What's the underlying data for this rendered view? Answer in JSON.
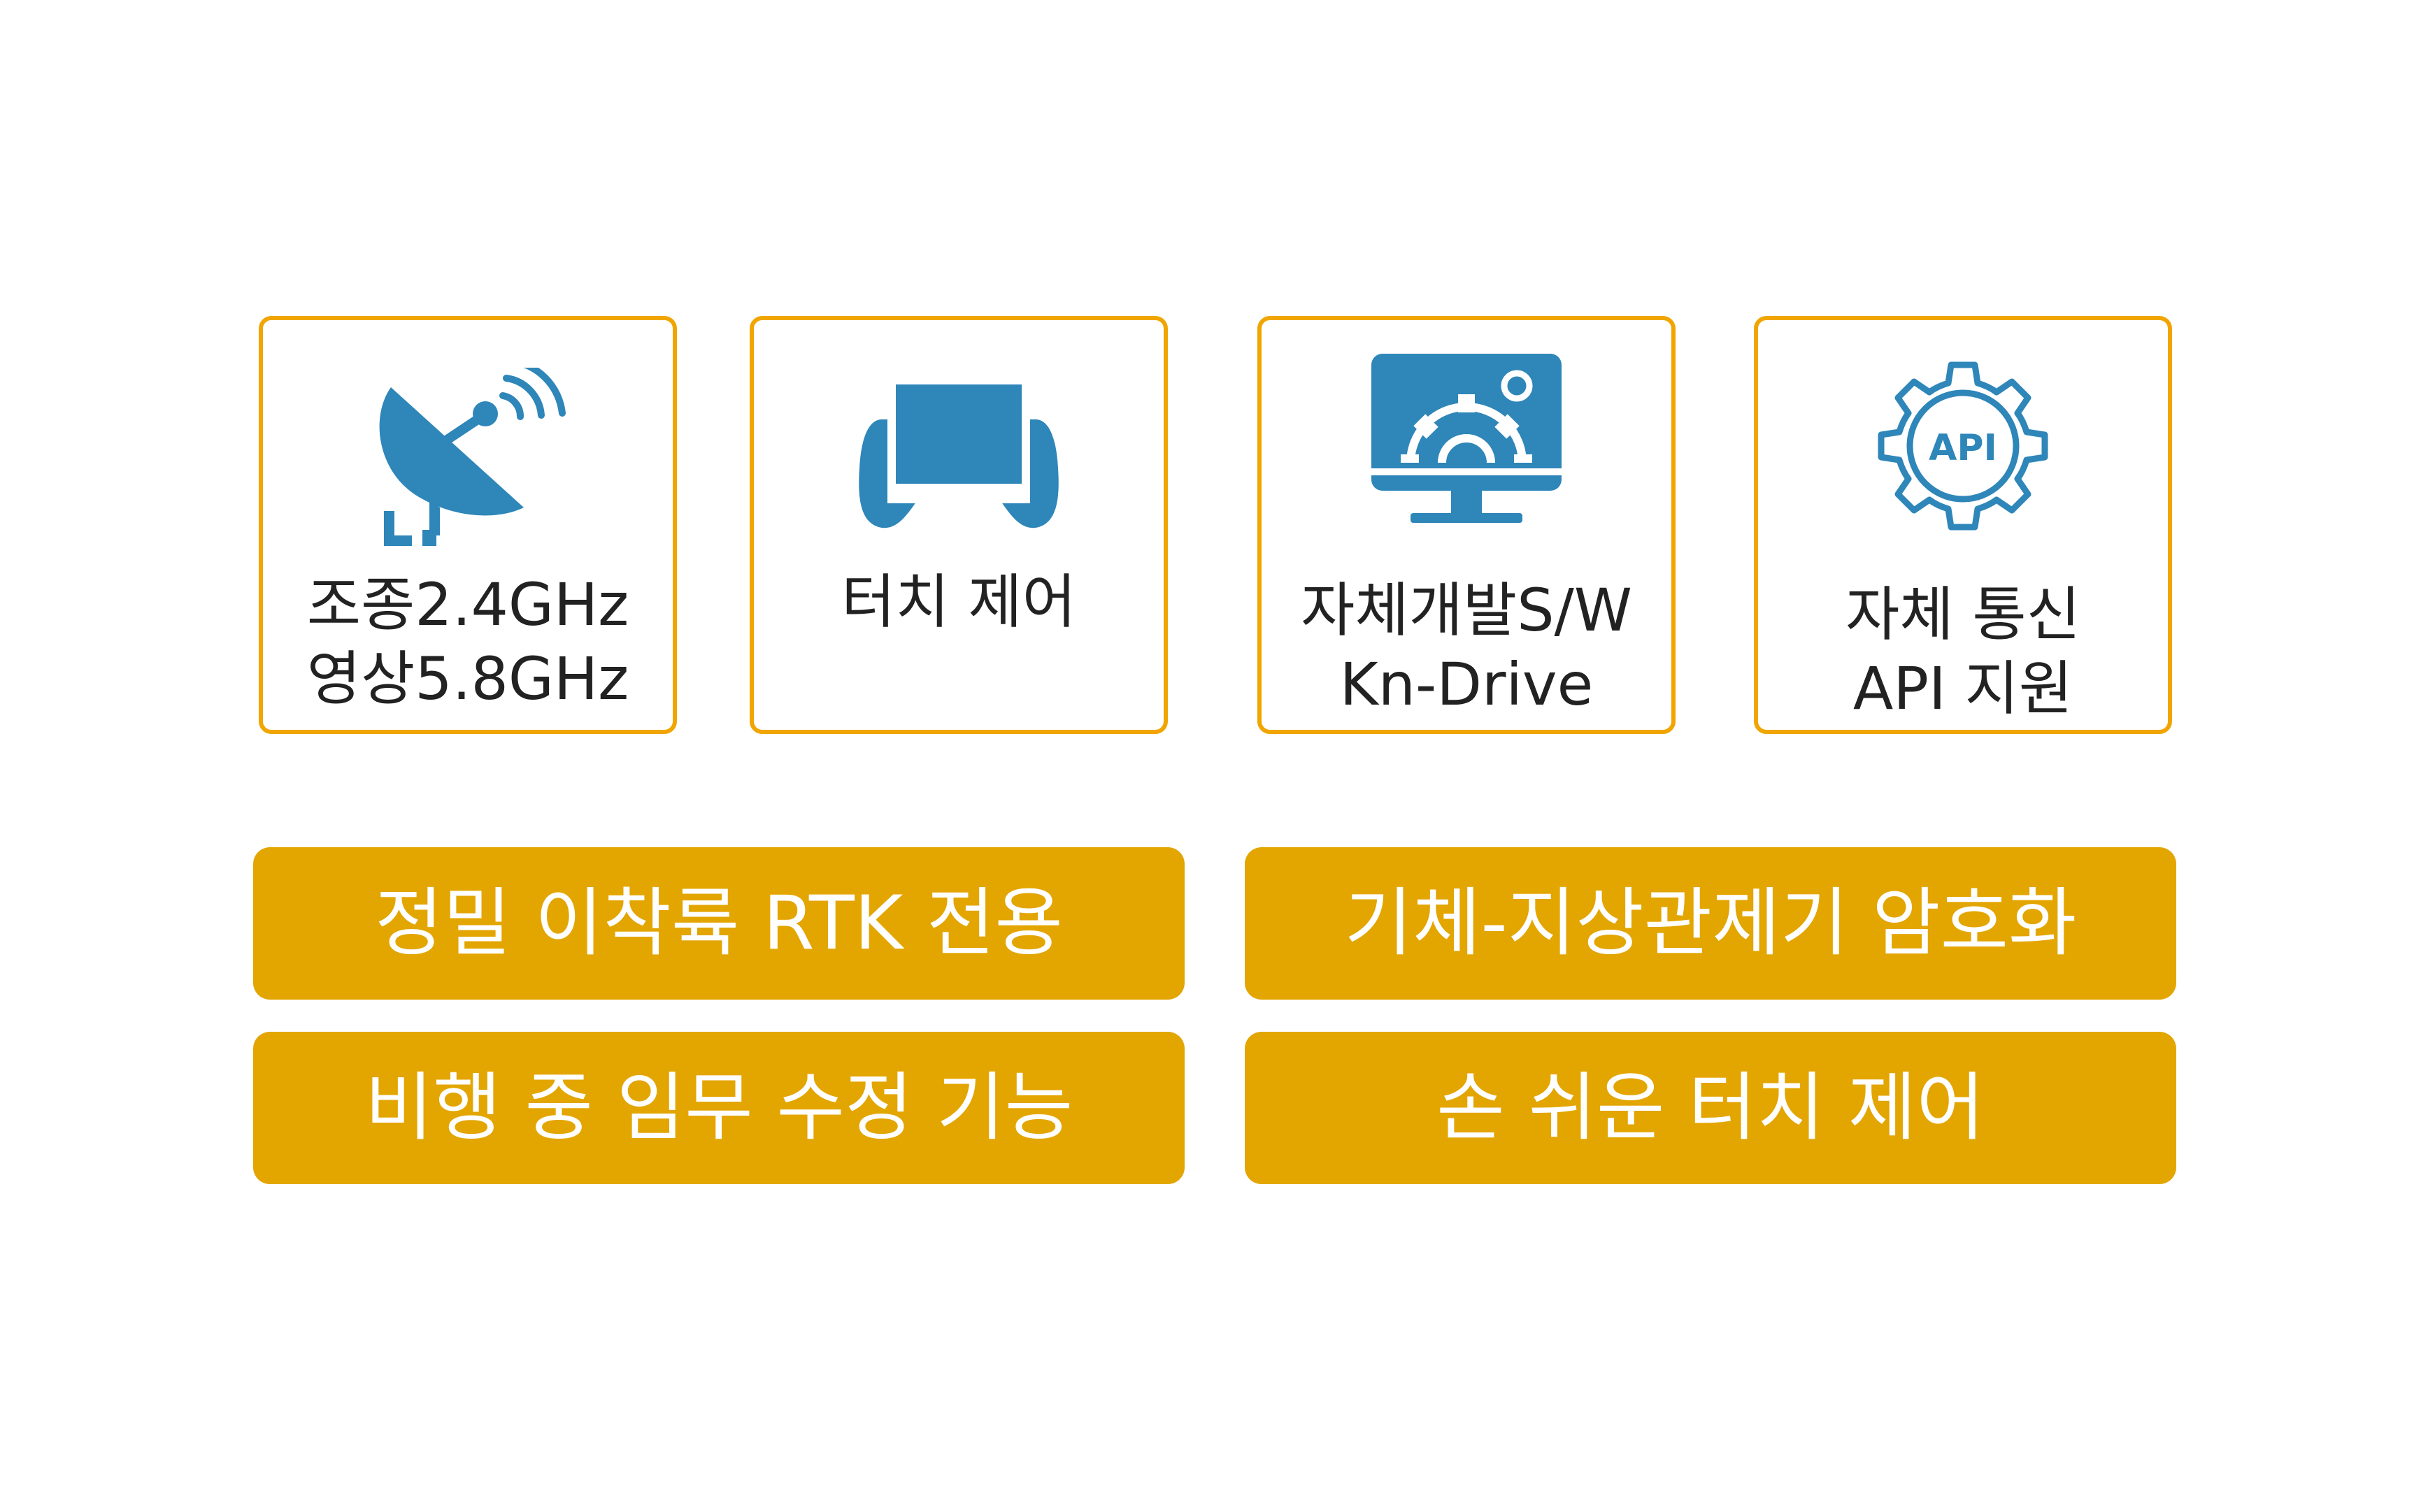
{
  "colors": {
    "card_border": "#F0A500",
    "banner_fill": "#E3A500",
    "icon_blue": "#2E86B9",
    "label_text": "#222222",
    "banner_text": "#FFFFFF"
  },
  "features": [
    {
      "icon": "satellite-dish-icon",
      "lines": [
        "조종2.4GHz",
        "영상5.8GHz"
      ]
    },
    {
      "icon": "touch-controller-icon",
      "lines": [
        "터치 제어"
      ]
    },
    {
      "icon": "monitor-gear-icon",
      "lines": [
        "자체개발S/W",
        "Kn-Drive"
      ]
    },
    {
      "icon": "api-gear-icon",
      "icon_text": "API",
      "lines": [
        "자체 통신",
        "API 지원"
      ]
    }
  ],
  "banners": [
    {
      "label": "정밀 이착륙 RTK 전용"
    },
    {
      "label": "기체-지상관제기 암호화"
    },
    {
      "label": "비행 중 임무 수정 기능"
    },
    {
      "label": "손 쉬운 터치 제어"
    }
  ]
}
